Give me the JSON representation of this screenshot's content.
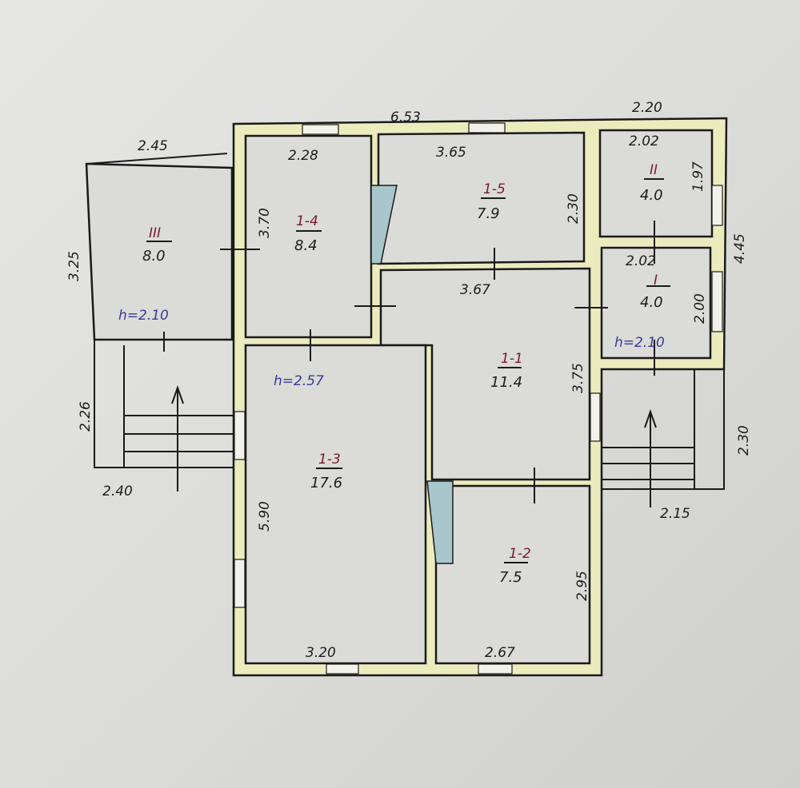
{
  "colors": {
    "wall": "#ecebbd",
    "paper": "#dcdcd9",
    "ink": "#1c1c1c",
    "room_code": "#7a1b2a",
    "height_note": "#3a3a9a",
    "door_blue": "#a9c6cc",
    "door_pink": "#e3b9bf"
  },
  "overall": {
    "top_width": "6.53",
    "right_top_width": "2.20",
    "right_height": "4.45"
  },
  "rooms": [
    {
      "code": "III",
      "area": "8.0",
      "width": "2.45",
      "depth": "3.25",
      "height_note": "h=2.10"
    },
    {
      "code": "1-4",
      "area": "8.4",
      "width": "2.28",
      "depth": "3.70"
    },
    {
      "code": "1-5",
      "area": "7.9",
      "width": "3.65",
      "depth": "2.30"
    },
    {
      "code": "II",
      "area": "4.0",
      "width": "2.02",
      "depth": "1.97"
    },
    {
      "code": "I",
      "area": "4.0",
      "width": "2.02",
      "depth": "2.00",
      "height_note": "h=2.10"
    },
    {
      "code": "1-1",
      "area": "11.4",
      "width": "3.67",
      "depth": "3.75"
    },
    {
      "code": "1-3",
      "area": "17.6",
      "width": "3.20",
      "depth": "5.90",
      "height_note": "h=2.57"
    },
    {
      "code": "1-2",
      "area": "7.5",
      "width": "2.67",
      "depth": "2.95"
    }
  ],
  "porches": {
    "left": {
      "width": "2.40",
      "depth": "2.26"
    },
    "right": {
      "width": "2.15",
      "depth": "2.30"
    }
  }
}
